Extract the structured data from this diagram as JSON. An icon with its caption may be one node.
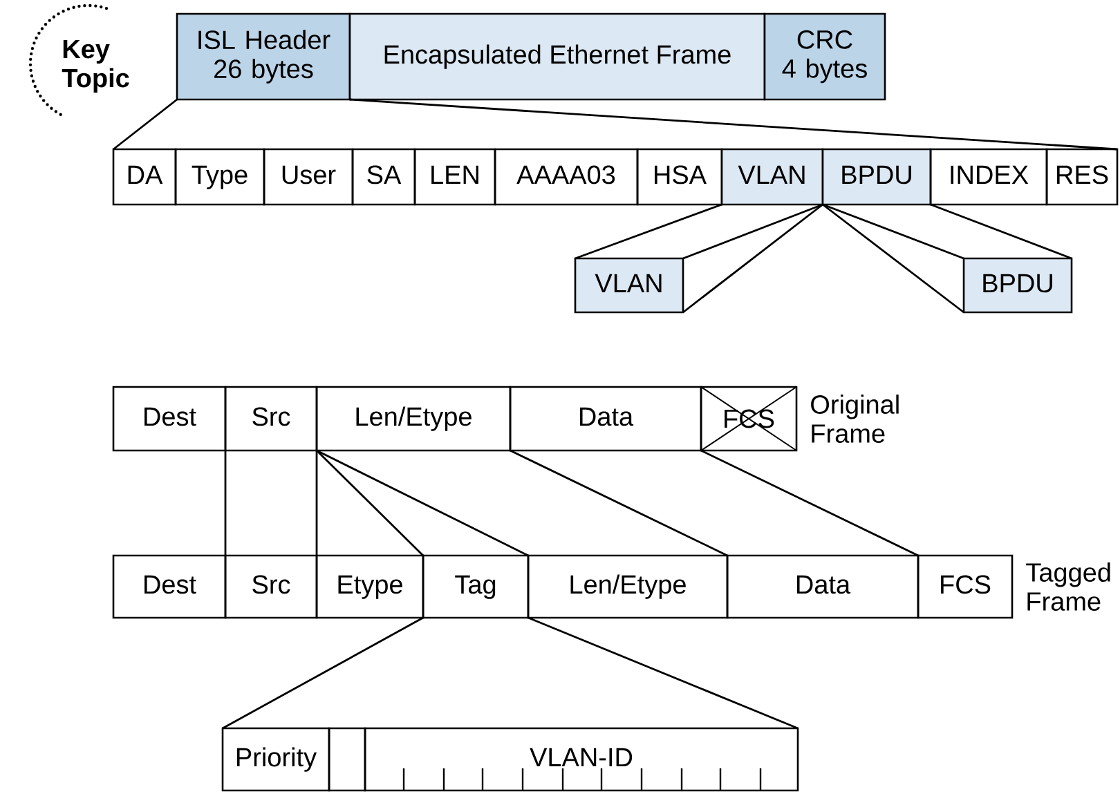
{
  "diagram": {
    "nodes": [
      {
        "text": [
          "ISL Header 26 bytes"
        ]
      },
      {
        "text": [
          "Encapsulated Ethernet Frame"
        ]
      },
      {
        "text": [
          "CRC 4 bytes"
        ]
      },
      {
        "text": [
          "DA"
        ]
      },
      {
        "text": [
          "Type"
        ]
      },
      {
        "text": [
          "User"
        ]
      },
      {
        "text": [
          "SA"
        ]
      },
      {
        "text": [
          "LEN"
        ]
      },
      {
        "text": [
          "AAAA03"
        ]
      },
      {
        "text": [
          "HSA"
        ]
      },
      {
        "text": [
          "VLAN"
        ]
      },
      {
        "text": [
          "BPDU"
        ]
      },
      {
        "text": [
          "INDEX"
        ]
      },
      {
        "text": [
          "RES"
        ]
      },
      {
        "text": [
          "VLAN"
        ]
      },
      {
        "text": [
          "BPDU"
        ]
      },
      {
        "text": [
          "Dest"
        ]
      },
      {
        "text": [
          "Src"
        ]
      },
      {
        "text": [
          "Len/Etype"
        ]
      },
      {
        "text": [
          "Data"
        ]
      },
      {
        "text": [
          "FCS"
        ],
        "beside": [
          "Original Frame"
        ]
      },
      {
        "text": [
          "Dest"
        ]
      },
      {
        "text": [
          "Src"
        ]
      },
      {
        "text": [
          "Etype"
        ]
      },
      {
        "text": [
          "Tag"
        ]
      },
      {
        "text": [
          "Len/Etype"
        ]
      },
      {
        "text": [
          "Data"
        ]
      },
      {
        "text": [
          "FCS"
        ],
        "beside": [
          "Tagged Frame"
        ]
      },
      {
        "text": [
          "Priority"
        ]
      },
      {
        "text": [],
        "shape": "box"
      },
      {
        "text": [
          "VLAN-ID"
        ]
      }
    ],
    "edges": [
      {
        "from": 0,
        "to": 3,
        "arrow": "none"
      },
      {
        "from": 0,
        "to": 13,
        "arrow": "none"
      },
      {
        "from": 10,
        "to": 14,
        "arrow": "none"
      },
      {
        "from": 10,
        "to": 14,
        "arrow": "none"
      },
      {
        "from": 10,
        "to": 14,
        "arrow": "none"
      },
      {
        "from": 11,
        "to": 15,
        "arrow": "none"
      },
      {
        "from": 11,
        "to": 15,
        "arrow": "none"
      },
      {
        "from": 11,
        "to": 15,
        "arrow": "none"
      },
      {
        "from": 17,
        "to": 22,
        "arrow": "none"
      },
      {
        "from": 18,
        "to": 23,
        "arrow": "none"
      },
      {
        "from": 18,
        "to": 24,
        "arrow": "none"
      },
      {
        "from": 18,
        "to": 25,
        "arrow": "none"
      },
      {
        "from": 19,
        "to": 26,
        "arrow": "none"
      },
      {
        "from": 20,
        "to": 27,
        "arrow": "none"
      },
      {
        "from": 24,
        "to": 28,
        "arrow": "none"
      },
      {
        "from": 24,
        "to": 30,
        "arrow": "none"
      }
    ],
    "labels": [
      "Key Topic"
    ]
  }
}
